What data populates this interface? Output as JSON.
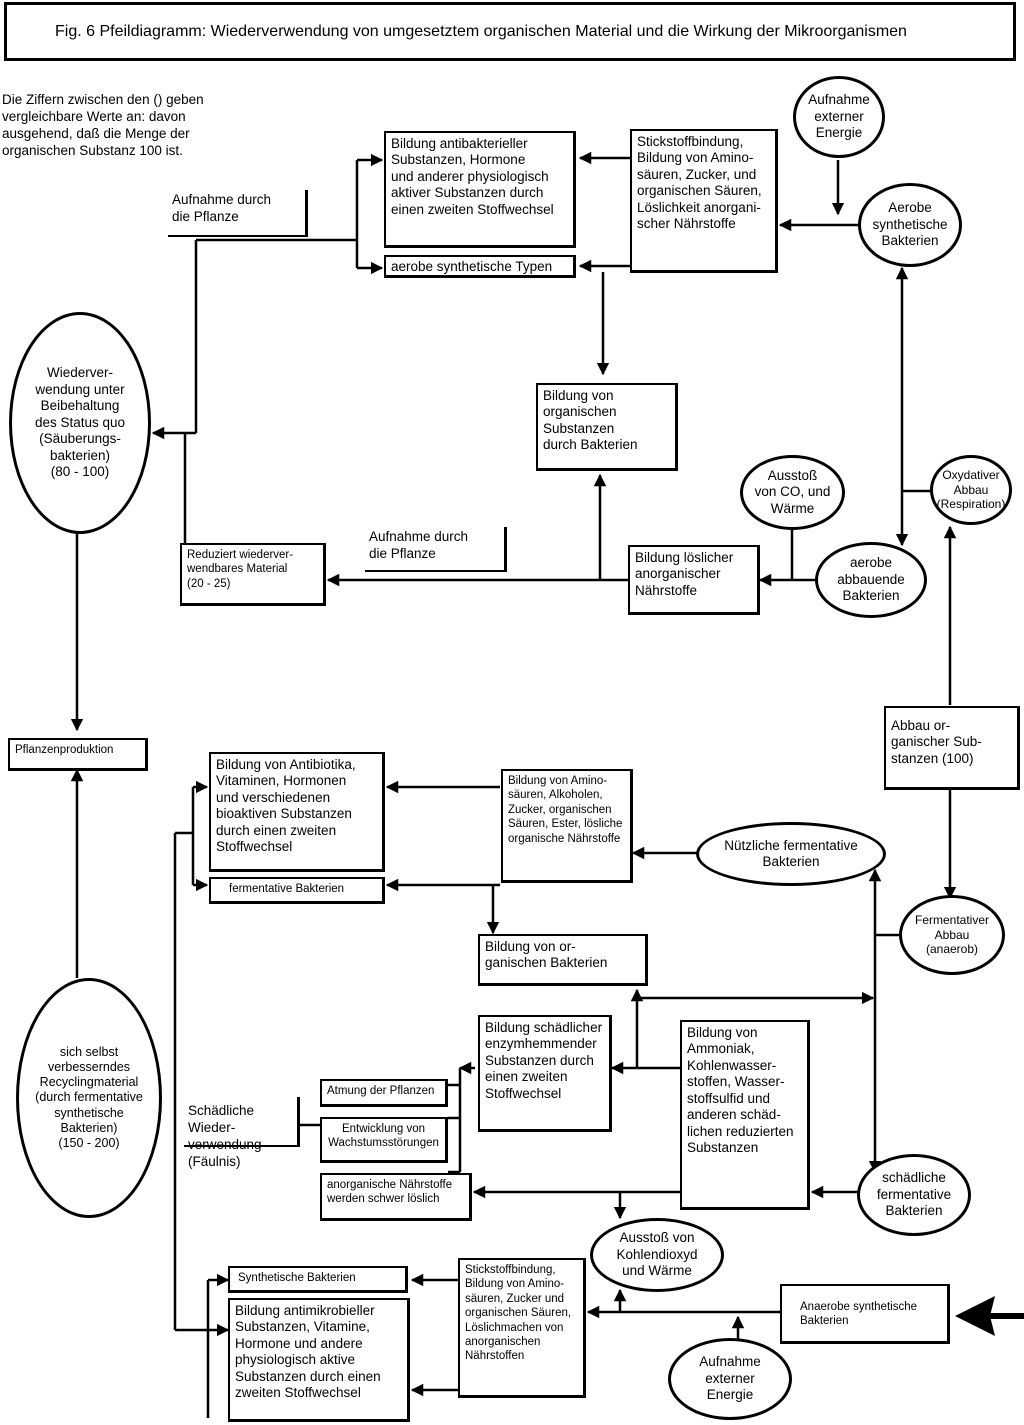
{
  "title": "Fig. 6 Pfeildiagramm: Wiederverwendung von umgesetztem organischen Material und die Wirkung der Mikroorganismen",
  "note": "Die Ziffern zwischen den () geben\nvergleichbare Werte an: davon\nausgehend, daß die Menge der\norganischen Substanz 100 ist.",
  "nodes": {
    "aufnahme_energie_top": "Aufnahme\nexterner\nEnergie",
    "aerobe_synth_bakterien": "Aerobe\nsynthetische\nBakterien",
    "stickstoff_top": "Stickstoffbindung,\nBildung von Amino-\nsäuren, Zucker, und\norganischen Säuren,\nLöslichkeit anorgani-\nscher Nährstoffe",
    "antibakteriell": "Bildung antibakterieller\nSubstanzen, Hormone\nund anderer physiologisch\naktiver Substanzen durch\neinen zweiten Stoffwechsel",
    "aerobe_synth_typen": "aerobe synthetische Typen",
    "aufnahme_pflanze_1": "Aufnahme durch\ndie Pflanze",
    "wiederverwendung": "Wiederver-\nwendung unter\nBeibehaltung\ndes Status quo\n(Säuberungs-\nbakterien)\n(80 - 100)",
    "bildung_org_bakterien": "Bildung von\norganischen\nSubstanzen\ndurch Bakterien",
    "ausstoss_co": "Ausstoß\nvon CO, und\nWärme",
    "oxydativer_abbau": "Oxydativer\nAbbau\n(Respiration)",
    "aufnahme_pflanze_2": "Aufnahme durch\ndie Pflanze",
    "reduziert": "Reduziert wiederver-\nwendbares Material\n(20 - 25)",
    "bildung_loeslicher": "Bildung löslicher\nanorganischer\nNährstoffe",
    "aerobe_abbauende": "aerobe\nabbauende\nBakterien",
    "abbau_org": "Abbau or-\nganischer Sub-\nstanzen (100)",
    "pflanzenproduktion": "Pflanzenproduktion",
    "antibiotika": "Bildung von Antibiotika,\nVitaminen, Hormonen\nund verschiedenen\nbioaktiven Substanzen\ndurch einen zweiten\nStoffwechsel",
    "aminosaeuren_mid": "Bildung von Amino-\nsäuren, Alkoholen,\nZucker, organischen\nSäuren, Ester, lösliche\norganische Nährstoffe",
    "nuetzliche_ferm": "Nützliche fermentative\nBakterien",
    "fermentative_bakterien": "fermentative Bakterien",
    "bildung_org_bakterien_2": "Bildung von or-\nganischen Bakterien",
    "fermentativer_abbau": "Fermentativer\nAbbau\n(anaerob)",
    "sich_selbst": "sich selbst\nverbesserndes\nRecyclingmaterial\n(durch fermentative\nsynthetische\nBakterien)\n(150 - 200)",
    "schaedlich_enzym": "Bildung schädlicher\nenzymhemmender\nSubstanzen durch\neinen zweiten\nStoffwechsel",
    "ammoniak": "Bildung von\nAmmoniak,\nKohlenwasser-\nstoffen, Wasser-\nstoffsulfid und\nanderen schäd-\nlichen reduzierten\nSubstanzen",
    "schaedliche_wiederverwendung": "Schädliche Wieder-\nverwendung (Fäulnis)",
    "atmung": "Atmung der Pflanzen",
    "entwicklung": "Entwicklung von\nWachstumsstörungen",
    "anorganische_naehrstoffe": "anorganische Nährstoffe\nwerden schwer löslich",
    "schaedliche_ferm": "schädliche\nfermentative\nBakterien",
    "ausstoss_kohlendioxyd": "Ausstoß von\nKohlendioxyd\nund Wärme",
    "synthetische_bakterien": "Synthetische Bakterien",
    "antimikrobiell": "Bildung antimikrobieller\nSubstanzen, Vitamine,\nHormone und andere\nphysiologisch aktive\nSubstanzen durch einen\nzweiten Stoffwechsel",
    "stickstoff_bottom": "Stickstoffbindung,\nBildung von Amino-\nsäuren, Zucker und\norganischen Säuren,\nLöslichmachen von\nanorganischen\nNährstoffen",
    "anaerobe_synth": "Anaerobe synthetische\nBakterien",
    "aufnahme_energie_bottom": "Aufnahme\nexterner\nEnergie"
  }
}
